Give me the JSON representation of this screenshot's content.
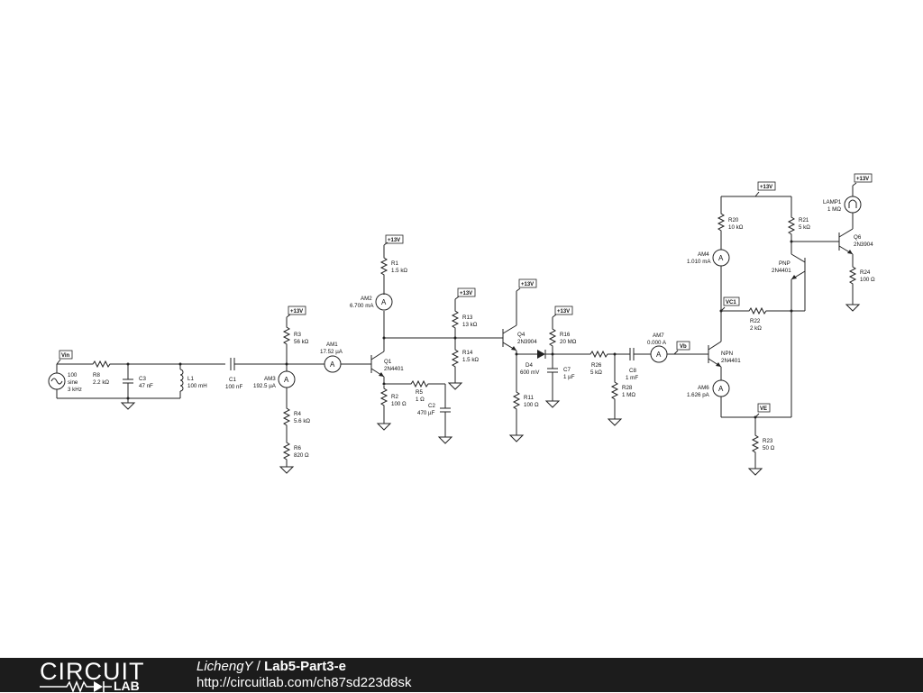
{
  "footer": {
    "logo_top": "CIRCUIT",
    "logo_bottom": "LAB",
    "user": "LichengY",
    "separator": "/",
    "title": "Lab5-Part3-e",
    "url": "http://circuitlab.com/ch87sd223d8sk"
  },
  "labels": {
    "vin": "Vin",
    "src_v": "100",
    "src_type": "sine",
    "src_f": "3 kHz",
    "r8_n": "R8",
    "r8_v": "2.2 kΩ",
    "c3_n": "C3",
    "c3_v": "47 nF",
    "l1_n": "L1",
    "l1_v": "100 mH",
    "c1_n": "C1",
    "c1_v": "100 nF",
    "vdd": "+13V",
    "r3_n": "R3",
    "r3_v": "56 kΩ",
    "am3_n": "AM3",
    "am3_v": "192.5 µA",
    "r4_n": "R4",
    "r4_v": "5.6 kΩ",
    "r6_n": "R6",
    "r6_v": "820 Ω",
    "am1_n": "AM1",
    "am1_v": "17.52 µA",
    "r1_n": "R1",
    "r1_v": "1.5 kΩ",
    "am2_n": "AM2",
    "am2_v": "6.700 mA",
    "q1_n": "Q1",
    "q1_v": "2N4401",
    "r2_n": "R2",
    "r2_v": "100 Ω",
    "r5_n": "R5",
    "r5_v": "1 Ω",
    "c2_n": "C2",
    "c2_v": "470 µF",
    "r13_n": "R13",
    "r13_v": "13 kΩ",
    "r14_n": "R14",
    "r14_v": "1.5 kΩ",
    "q4_n": "Q4",
    "q4_v": "2N3904",
    "r11_n": "R11",
    "r11_v": "100 Ω",
    "d4_n": "D4",
    "d4_v": "600 mV",
    "r16_n": "R16",
    "r16_v": "20 MΩ",
    "c7_n": "C7",
    "c7_v": "1 µF",
    "r26_n": "R26",
    "r26_v": "5 kΩ",
    "c8_n": "C8",
    "c8_v": "1 mF",
    "r28_n": "R28",
    "r28_v": "1 MΩ",
    "am7_n": "AM7",
    "am7_v": "0.000 A",
    "vb": "Vb",
    "npn_n": "NPN",
    "npn_v": "2N4401",
    "am6_n": "AM6",
    "am6_v": "1.626 pA",
    "ve": "VE",
    "r23_n": "R23",
    "r23_v": "50 Ω",
    "r20_n": "R20",
    "r20_v": "10 kΩ",
    "am4_n": "AM4",
    "am4_v": "1.010 mA",
    "vc1": "VC1",
    "r22_n": "R22",
    "r22_v": "2 kΩ",
    "r21_n": "R21",
    "r21_v": "5 kΩ",
    "pnp_n": "PNP",
    "pnp_v": "2N4401",
    "q6_n": "Q6",
    "q6_v": "2N3904",
    "lamp_n": "LAMP1",
    "lamp_v": "1 MΩ",
    "r24_n": "R24",
    "r24_v": "100 Ω",
    "amp": "A"
  }
}
